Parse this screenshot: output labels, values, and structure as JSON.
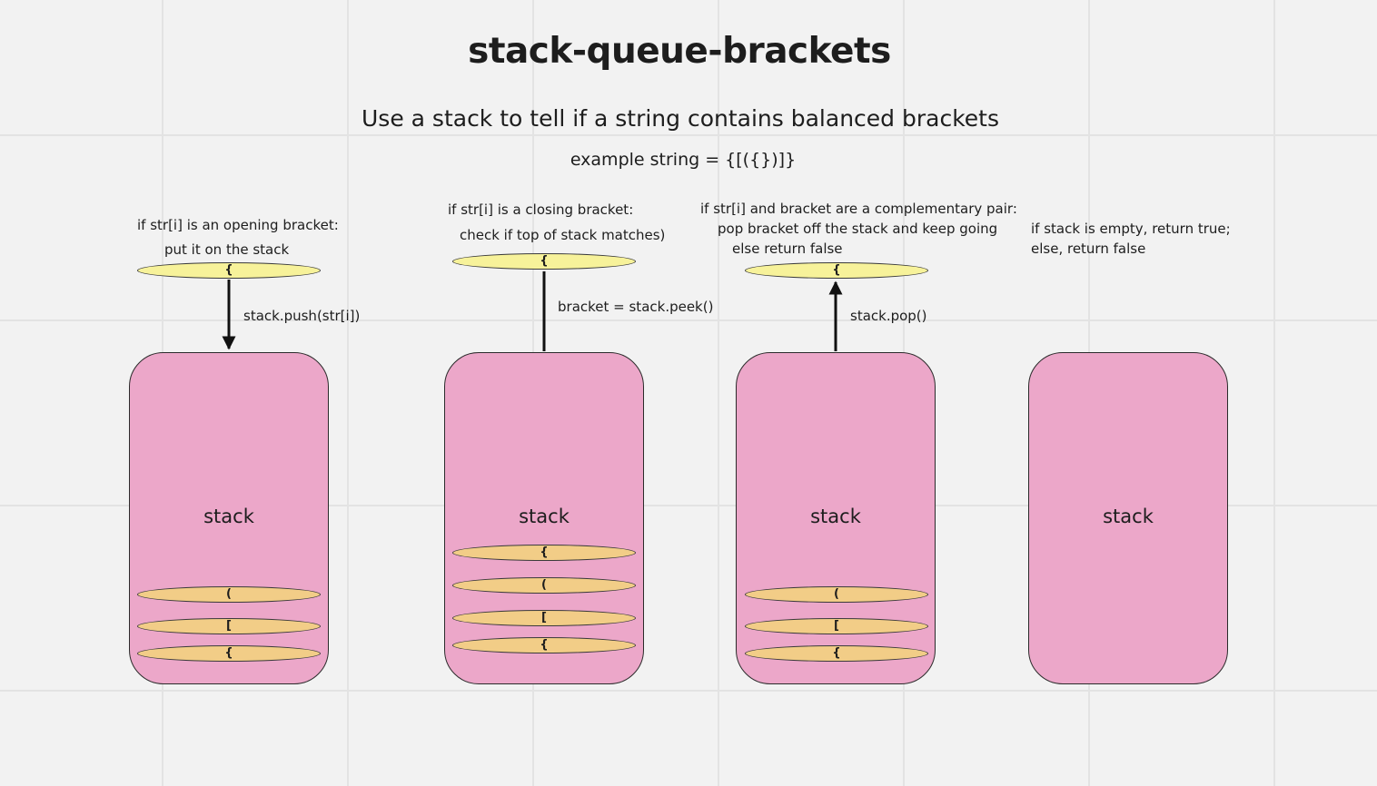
{
  "title": "stack-queue-brackets",
  "subtitle": "Use a stack to tell if a string contains balanced brackets",
  "example": "example string = {[({})]}",
  "stack_label": "stack",
  "panels": [
    {
      "notes": [
        "if str[i] is an opening bracket:",
        "put it on the stack"
      ],
      "top_bracket": "{",
      "operation": "stack.push(str[i])",
      "stack_items": [
        "(",
        "[",
        "{"
      ]
    },
    {
      "notes": [
        "if str[i] is a closing bracket:",
        "check if top of stack matches)"
      ],
      "top_bracket": "{",
      "operation": "bracket = stack.peek()",
      "stack_items": [
        "{",
        "(",
        "[",
        "{"
      ]
    },
    {
      "notes": [
        "if str[i] and bracket are a complementary pair:",
        "pop bracket off the stack and keep going",
        "else return false"
      ],
      "top_bracket": "{",
      "operation": "stack.pop()",
      "stack_items": [
        "(",
        "[",
        "{"
      ]
    },
    {
      "notes": [
        "if stack is empty, return true;",
        "else, return false"
      ],
      "stack_items": []
    }
  ],
  "colors": {
    "stack_fill": "#eca7c9",
    "top_bracket_fill": "#f7f29a",
    "stack_item_fill": "#f2cd87"
  }
}
